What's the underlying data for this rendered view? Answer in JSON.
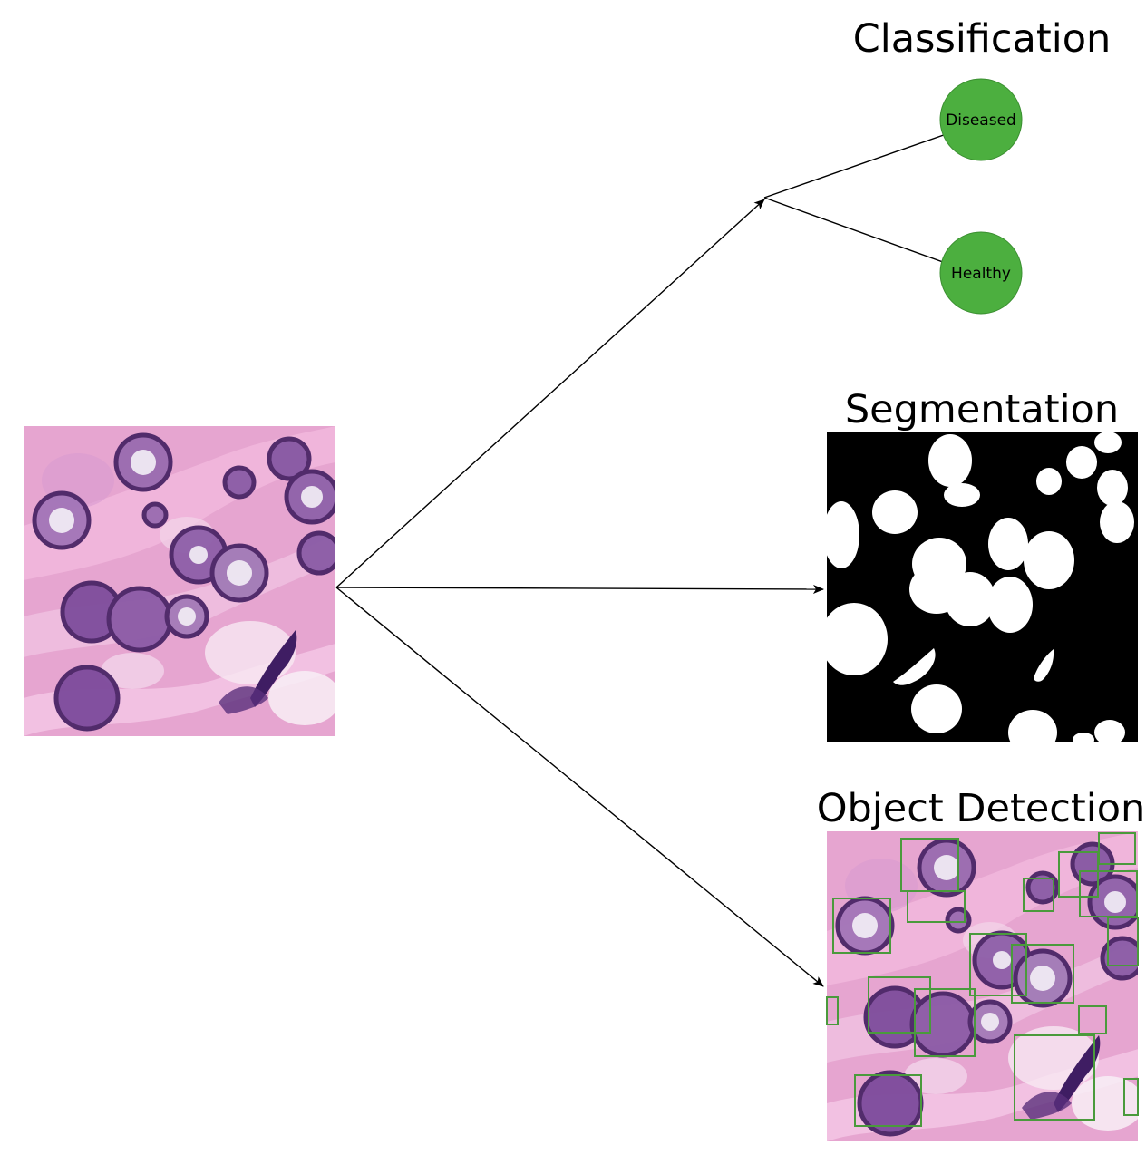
{
  "colors": {
    "node_fill": "#4caf3f",
    "node_stroke": "#3a8f30",
    "box_stroke": "#4a9a3c",
    "tissue_pink": "#e7a3cf",
    "nucleus_purple": "#6f3f8c",
    "arrow": "#000000",
    "mask_background": "#000000",
    "mask_foreground": "#ffffff"
  },
  "input": {
    "image_name": "histology-tissue-patch"
  },
  "classification": {
    "title": "Classification",
    "nodes": [
      {
        "label": "Diseased"
      },
      {
        "label": "Healthy"
      }
    ]
  },
  "segmentation": {
    "title": "Segmentation",
    "image_name": "binary-nuclei-mask"
  },
  "object_detection": {
    "title": "Object Detection",
    "image_name": "detected-nuclei-patch",
    "box_count": 17
  }
}
